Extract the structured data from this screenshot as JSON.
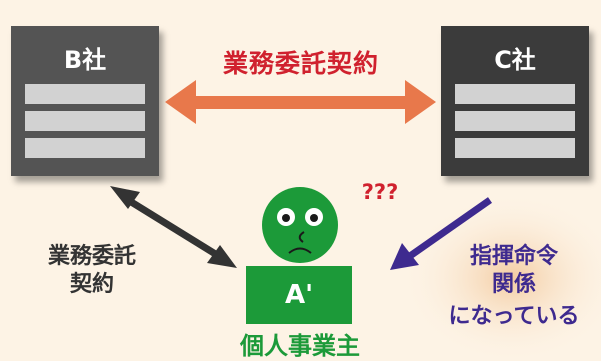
{
  "companies": {
    "b": {
      "name": "B社",
      "color": "#545454"
    },
    "c": {
      "name": "C社",
      "color": "#3b3b3b"
    }
  },
  "contract_top": "業務委託契約",
  "contract_left": [
    "業務委託",
    "契約"
  ],
  "command_relation": [
    "指揮命令",
    "関係",
    "になっている"
  ],
  "confusion": "???",
  "person": {
    "badge": "A'",
    "caption": "個人事業主",
    "color": "#1c9a39"
  },
  "colors": {
    "orange": "#e8784b",
    "dark": "#333333",
    "purple": "#3e2a8f",
    "red": "#d0212e",
    "green": "#1c9a39"
  }
}
